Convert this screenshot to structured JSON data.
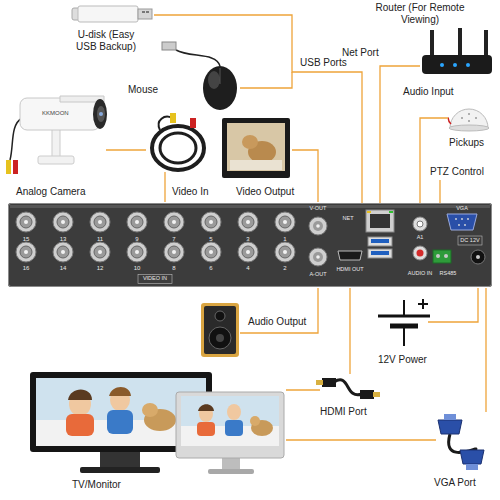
{
  "diagram": {
    "nodes": [
      {
        "text": [
          "15",
          "13",
          "11",
          "9",
          "7",
          "5",
          "3",
          "1",
          "16",
          "14",
          "12",
          "10",
          "8",
          "6",
          "4",
          "2",
          "VIDEO IN",
          "V-OUT",
          "A-OUT",
          "NET",
          "HDMI OUT",
          "A1",
          "AUDIO IN",
          "VGA",
          "DC 12V",
          "RS485"
        ]
      }
    ],
    "labels": [
      "U-disk (Easy USB Backup)",
      "Mouse",
      "USB Ports",
      "Router (For Remote Viewing)",
      "Net Port",
      "Audio Input",
      "Pickups",
      "Analog Camera",
      "Video In",
      "Video Output",
      "PTZ Control",
      "Audio Output",
      "12V Power",
      "HDMI Port",
      "VGA Port",
      "TV/Monitor",
      "KKMOON"
    ]
  }
}
